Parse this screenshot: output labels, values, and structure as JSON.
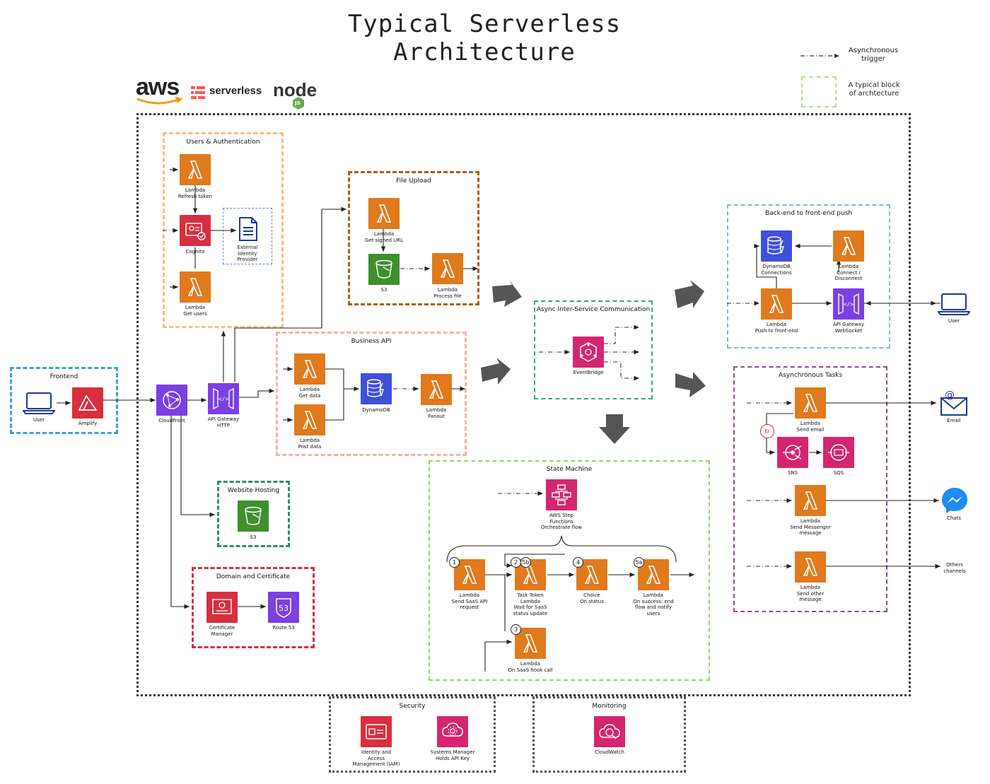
{
  "title_line1": "Typical Serverless",
  "title_line2": "Architecture",
  "legend": {
    "async": "Asynchronous trigger",
    "block": "A typical block of archtecture"
  },
  "logos": {
    "aws": "aws",
    "serverless": "serverless",
    "node": "node",
    "js": "JS"
  },
  "groups": {
    "users_auth": "Users & Authentication",
    "file_upload": "File Upload",
    "business_api": "Business API",
    "async_comm": "Async Inter-Service Communication",
    "backend_push": "Back-end to front-end push",
    "async_tasks": "Asynchronous Tasks",
    "state_machine": "State Machine",
    "frontend": "Frontend",
    "website_hosting": "Website Hosting",
    "domain_cert": "Domain and Certificate",
    "security": "Security",
    "monitoring": "Monitoring"
  },
  "labels": {
    "lambda_refresh": "Lambda\nRefresh token",
    "cognito": "Cognito",
    "external_idp": "External\nIdentity\nProvider",
    "lambda_get_users": "Lambda\nGet users",
    "lambda_signed_url": "Lambda\nGet signed URL",
    "s3_upload": "S3",
    "lambda_process": "Lambda\nProcess file",
    "lambda_get_data": "Lambda\nGet data",
    "dynamodb": "DynamoDB",
    "lambda_fanout": "Lambda\nFanout",
    "lambda_post_data": "Lambda\nPost data",
    "user_frontend": "User",
    "amplify": "Amplify",
    "cloudfront": "CloudFront",
    "api_gateway_http": "API Gateway\nHTTP",
    "s3_hosting": "S3",
    "cert_manager": "Certificate\nManager",
    "route53": "Route 53",
    "eventbridge": "EventBridge",
    "dynamodb_conn": "DynamoDB\nConnections",
    "lambda_connect": "Lambda\nConnect /\nDisconnect",
    "lambda_push": "Lambda\nPush to front-end",
    "apigw_ws": "API Gateway\nWebSocket",
    "user_right": "User",
    "lambda_send_email": "Lambda\nSend email",
    "sns": "SNS",
    "sqs": "SQS",
    "lambda_messenger": "Lambda\nSend Messenger\nmessage",
    "lambda_other": "Lambda\nSend other\nmessage",
    "email": "Email",
    "chats": "Chats",
    "others": "Others\nchannels",
    "step_functions": "AWS Step\nFunctions\nOrchestrate flow",
    "lambda_saas_req": "Lambda\nSend SaaS API\nrequest",
    "lambda_task_token": "Task Token\nLambda\nWait for SaaS\nstatus update",
    "choice": "Choice\nOn status",
    "lambda_success": "Lambda\nOn success: end\nflow and notify\nusers",
    "lambda_hook": "Lambda\nOn SaaS hook call",
    "iam": "Identity and\nAccess\nManagement (IAM)",
    "ssm": "Systems Manager\nHolds API Key",
    "cloudwatch": "CloudWatch",
    "error_badge": "Er"
  },
  "steps": {
    "s1": "1",
    "s2": "2",
    "s5b": "5b",
    "s4": "4",
    "s5a": "5a",
    "s3": "3"
  },
  "colors": {
    "compute": "#e07a1c",
    "security": "#d72f3f",
    "storage": "#3f8f2f",
    "network": "#7b3fe4",
    "database": "#4050d8",
    "integration": "#d4266f",
    "frontend_border": "#3aa2d0",
    "auth_border": "#f4c27a",
    "upload_border": "#b35a14",
    "api_border": "#f2b3a8",
    "async_border": "#3aa28c",
    "push_border": "#7cb8e0",
    "tasks_border": "#8b4a9a",
    "state_border": "#9ad46a",
    "hosting_border": "#2f8f6a",
    "domain_border": "#d32f3f",
    "legend_border": "#b8e08a"
  }
}
